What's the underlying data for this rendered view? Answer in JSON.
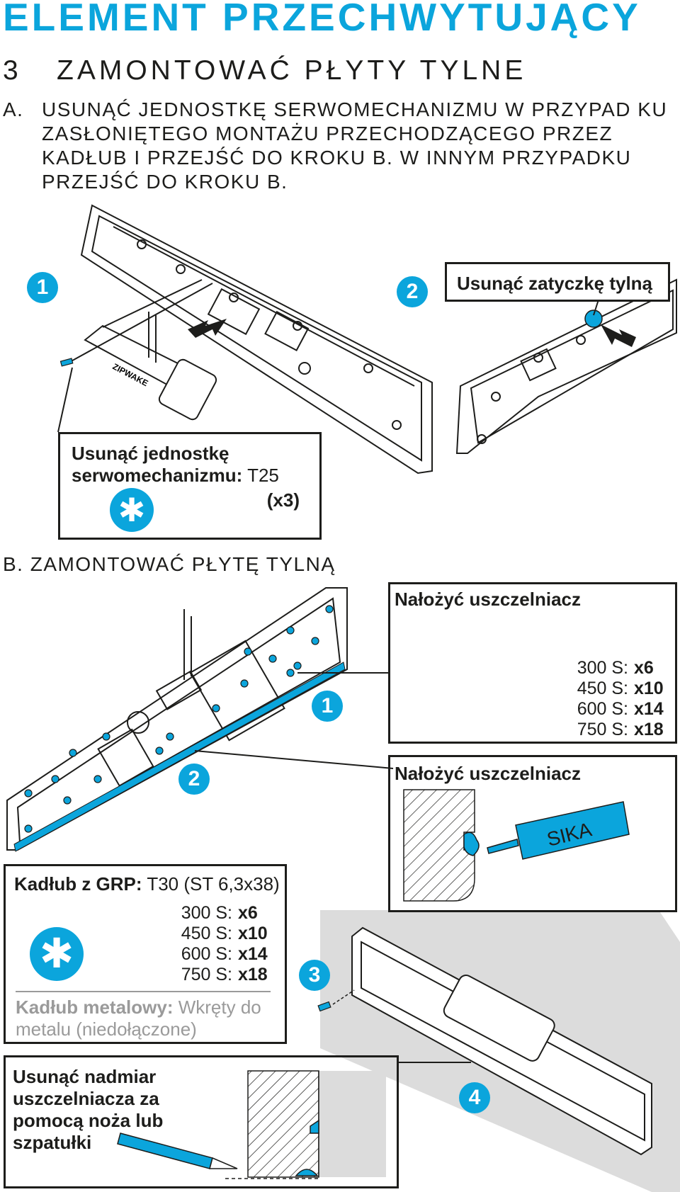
{
  "title": "ELEMENT PRZECHWYTUJĄCY",
  "step": {
    "number": "3",
    "label": "ZAMONTOWAĆ PŁYTY TYLNE"
  },
  "section_a": {
    "letter": "A.",
    "text": "USUNĄĆ JEDNOSTKĘ SERWOMECHANIZMU W PRZYPAD KU ZASŁONIĘTEGO MONTAŻU PRZECHODZĄCEGO PRZEZ KADŁUB I PRZEJŚĆ DO KROKU B. W INNYM PRZYPADKU PRZEJŚĆ DO KROKU B.",
    "badge1": "1",
    "badge2": "2",
    "remove_cap": "Usunąć zatyczkę tylną",
    "remove_servo_bold": "Usunąć jednostkę serwomechanizmu:",
    "remove_servo_tool": "T25",
    "remove_servo_qty": "(x3)",
    "brand_label": "ZIPWAKE"
  },
  "section_b": {
    "label": "B.  ZAMONTOWAĆ PŁYTĘ TYLNĄ",
    "badge1": "1",
    "badge2": "2",
    "badge3": "3",
    "badge4": "4",
    "sealant1_title": "Nałożyć uszczelniacz",
    "sealant2_title": "Nałożyć uszczelniacz",
    "sika": "SIKA",
    "counts": [
      {
        "size": "300 S:",
        "qty": "x6"
      },
      {
        "size": "450 S:",
        "qty": "x10"
      },
      {
        "size": "600 S:",
        "qty": "x14"
      },
      {
        "size": "750 S:",
        "qty": "x18"
      }
    ],
    "grp_bold": "Kadłub z GRP:",
    "grp_tool": "T30 (ST 6,3x38)",
    "metal_bold": "Kadłub metalowy:",
    "metal_text": "Wkręty do metalu (niedołączone)",
    "excess_text": "Usunąć nadmiar uszczelniacza za pomocą noża lub szpatułki"
  },
  "colors": {
    "accent": "#0ba5dc",
    "ink": "#1d1d1b",
    "grey": "#9a9a9a",
    "wall": "#dcdcdc"
  }
}
